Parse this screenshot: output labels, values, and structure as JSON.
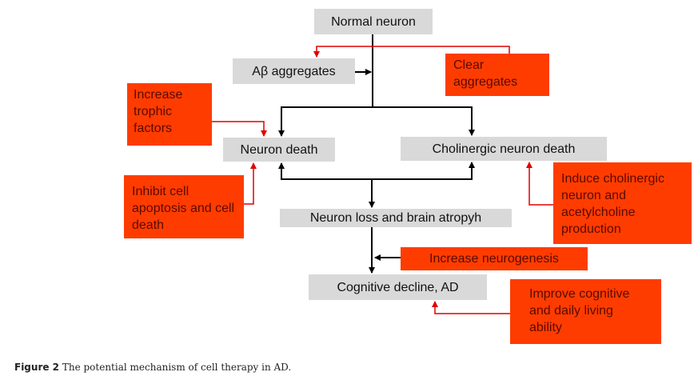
{
  "diagram": {
    "nodes": {
      "normal_neuron": "Normal neuron",
      "abeta_aggregates": "Aβ aggregates",
      "neuron_death": "Neuron death",
      "cholinergic_death": "Cholinergic neuron death",
      "neuron_loss": "Neuron loss and brain atropyh",
      "cognitive_decline": "Cognitive decline, AD"
    },
    "interventions": {
      "clear_aggregates": "Clear aggregates",
      "increase_trophic": "Increase trophic factors",
      "inhibit_apoptosis": "Inhibit cell apoptosis and cell death",
      "induce_cholinergic": "Induce cholinergic neuron and acetylcholine production",
      "increase_neurogenesis": "Increase neurogenesis",
      "improve_cognitive": "Improve cognitive and daily living ability"
    },
    "colors": {
      "node_fill": "#d9d9d9",
      "intervention_fill": "#ff3c00",
      "intervention_text": "#5a0a00",
      "pathway_arrow": "#000000",
      "intervention_arrow": "#e00000"
    }
  },
  "caption": {
    "label": "Figure 2",
    "text": " The potential mechanism of cell therapy in AD."
  }
}
